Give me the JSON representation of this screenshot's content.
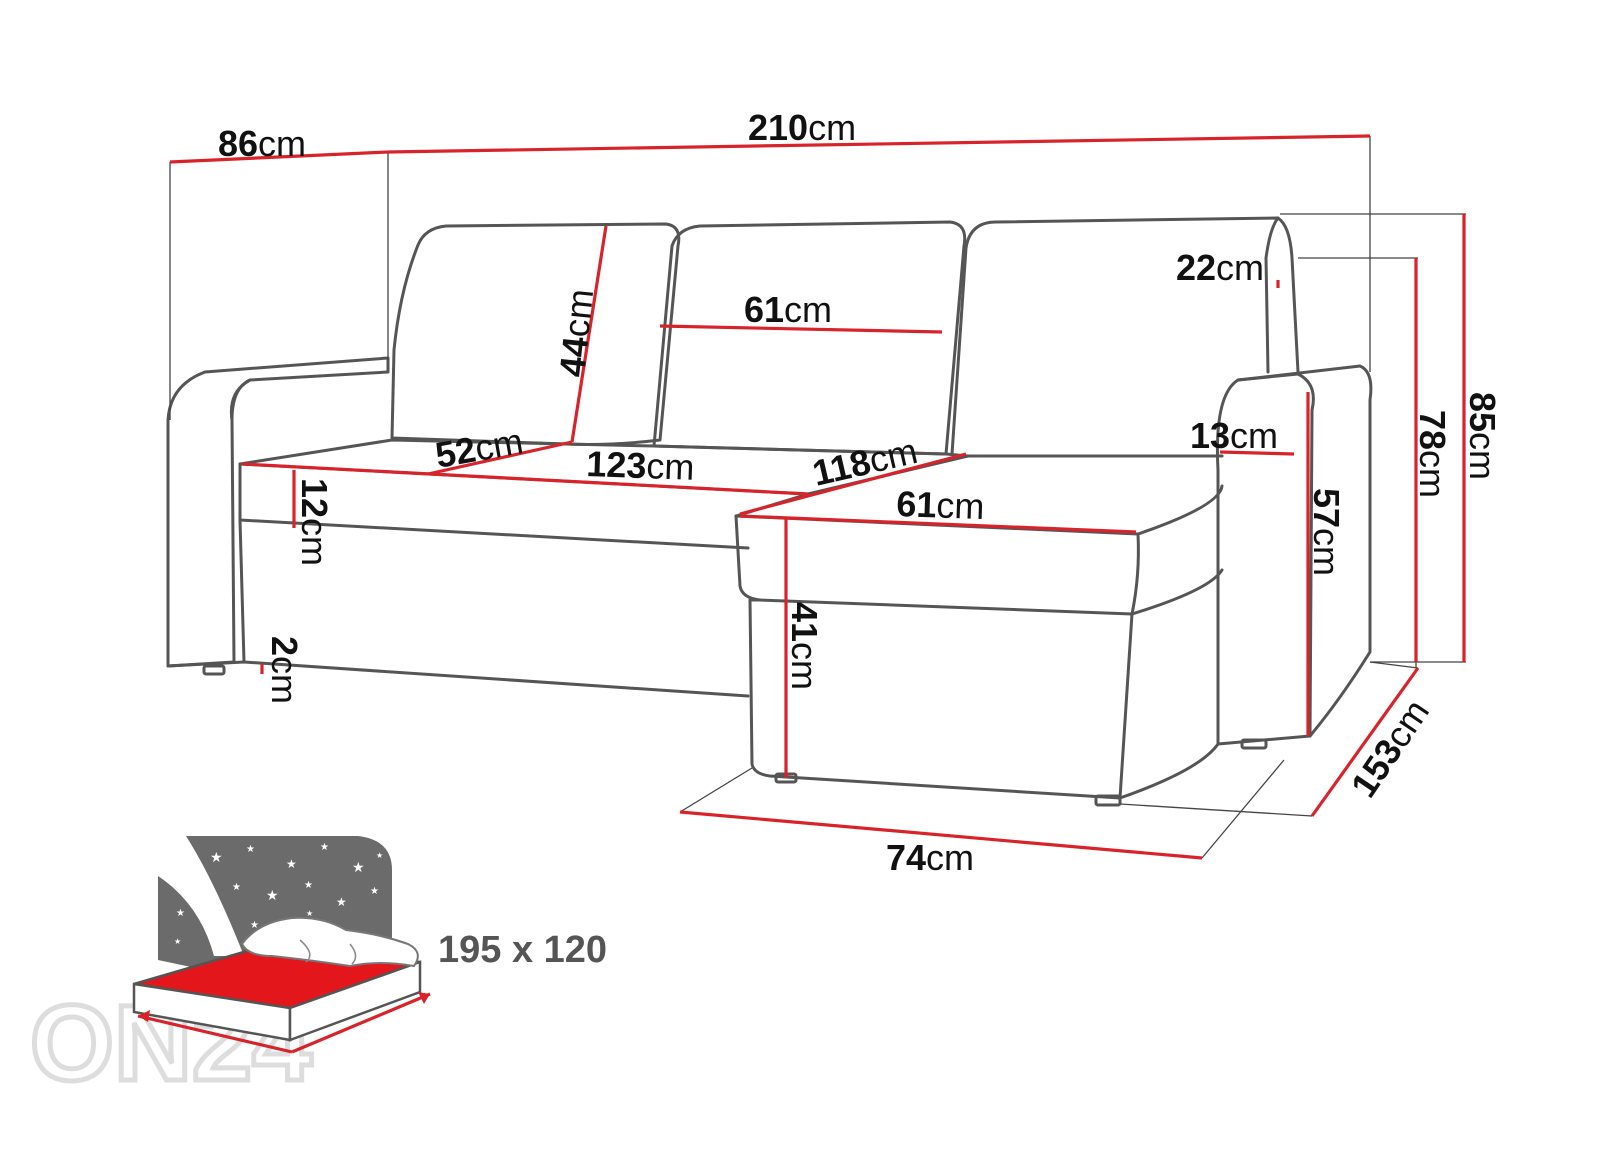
{
  "diagram": {
    "dims": {
      "d86": {
        "num": "86",
        "unit": "cm"
      },
      "d210": {
        "num": "210",
        "unit": "cm"
      },
      "d22": {
        "num": "22",
        "unit": "cm"
      },
      "d44": {
        "num": "44",
        "unit": "cm"
      },
      "d61a": {
        "num": "61",
        "unit": "cm"
      },
      "d52": {
        "num": "52",
        "unit": "cm"
      },
      "d123": {
        "num": "123",
        "unit": "cm"
      },
      "d118": {
        "num": "118",
        "unit": "cm"
      },
      "d13": {
        "num": "13",
        "unit": "cm"
      },
      "d61b": {
        "num": "61",
        "unit": "cm"
      },
      "d12": {
        "num": "12",
        "unit": "cm"
      },
      "d2": {
        "num": "2",
        "unit": "cm"
      },
      "d41": {
        "num": "41",
        "unit": "cm"
      },
      "d57": {
        "num": "57",
        "unit": "cm"
      },
      "d78": {
        "num": "78",
        "unit": "cm"
      },
      "d85": {
        "num": "85",
        "unit": "cm"
      },
      "d153": {
        "num": "153",
        "unit": "cm"
      },
      "d74": {
        "num": "74",
        "unit": "cm"
      }
    },
    "bed_size": "195 x 120",
    "watermark": "ON24",
    "colors": {
      "dimension_line": "#d9232a",
      "outline": "#555555",
      "bed_red": "#e3161b",
      "night_panel": "#6b6b6b"
    }
  }
}
